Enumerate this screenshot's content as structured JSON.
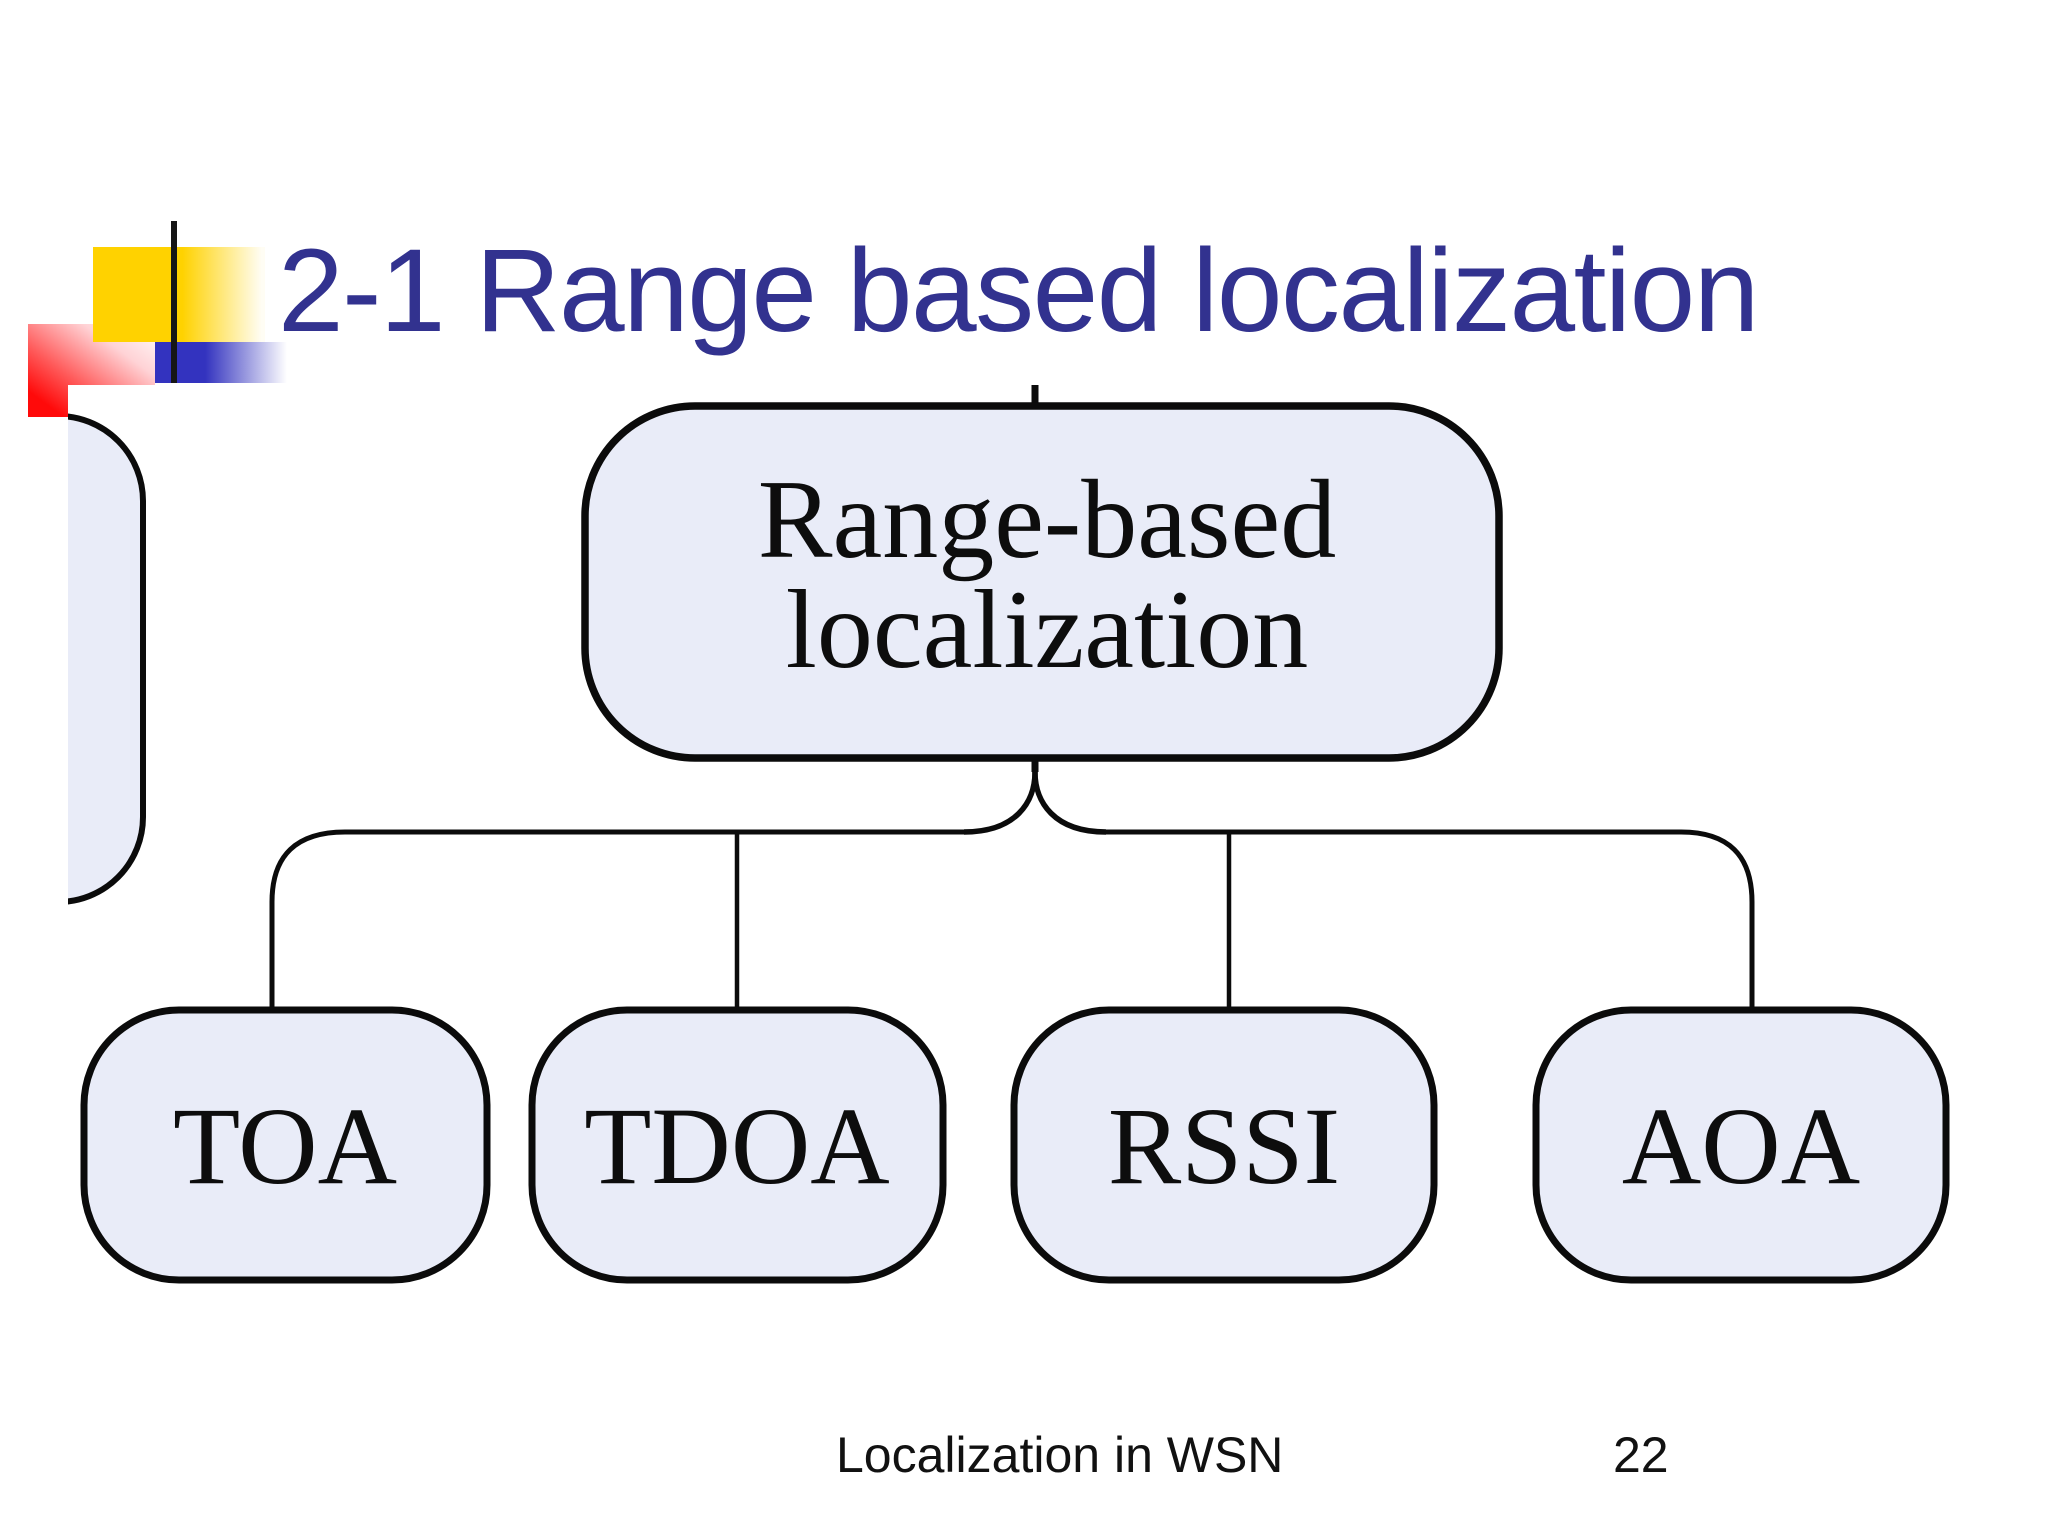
{
  "slide": {
    "title": "2-1 Range based localization",
    "footer_text": "Localization in WSN",
    "page_number": "22"
  },
  "diagram": {
    "root_label_lines": [
      "Range-based",
      "localization"
    ],
    "children": [
      {
        "label": "TOA"
      },
      {
        "label": "TDOA"
      },
      {
        "label": "RSSI"
      },
      {
        "label": "AOA"
      }
    ],
    "partial_box_label": ""
  },
  "colors": {
    "title_color": "#32328F",
    "box_fill": "#E9ECF8",
    "box_border": "#0B0B0B",
    "accent_yellow": "#FFD200",
    "accent_blue": "#3333BF",
    "accent_red": "#FF0A0A",
    "footer_color": "#111111"
  }
}
